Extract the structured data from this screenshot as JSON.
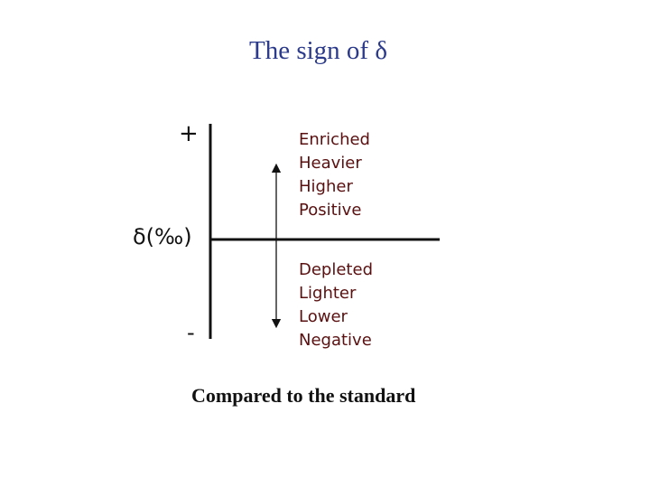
{
  "title": "The sign of δ",
  "diagram": {
    "plus_label": "+",
    "minus_label": "-",
    "axis_label": "δ(‰)",
    "upper_words": [
      "Enriched",
      "Heavier",
      "Higher",
      "Positive"
    ],
    "lower_words": [
      "Depleted",
      "Lighter",
      "Lower",
      "Negative"
    ],
    "upper_color": "#5a1010",
    "lower_color": "#5a1010"
  },
  "caption": "Compared to the standard"
}
